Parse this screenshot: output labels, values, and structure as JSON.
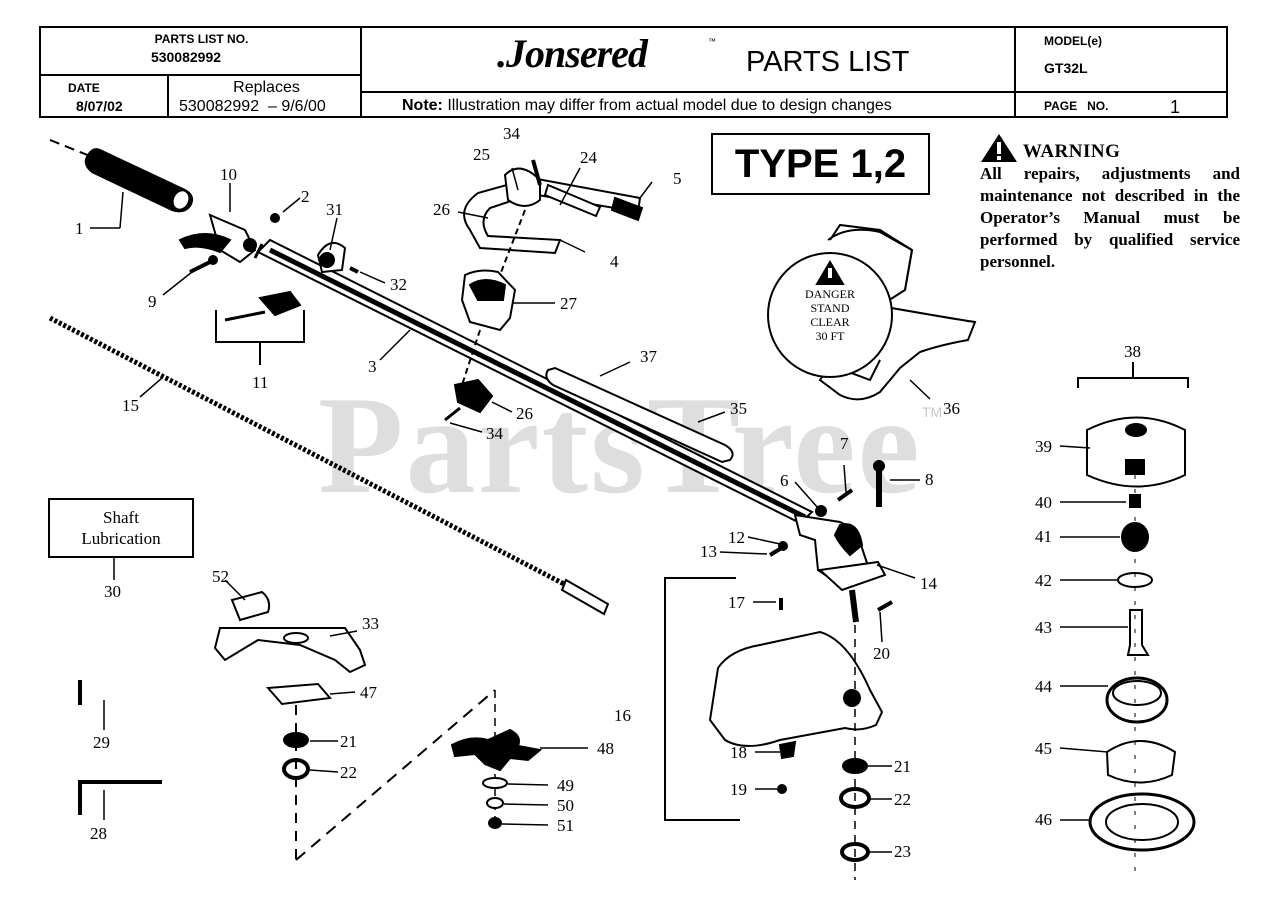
{
  "header": {
    "parts_list_no_label": "PARTS LIST NO.",
    "parts_list_no": "530082992",
    "date_label": "DATE",
    "date": "8/07/02",
    "replaces_label": "Replaces",
    "replaces": "530082992  – 9/6/00",
    "brand": ".Jonsered",
    "brand_tm": "™",
    "title": "PARTS LIST",
    "note_label": "Note:",
    "note": "Illustration may differ from actual model due to design changes",
    "model_label": "MODEL(e)",
    "model": "GT32L",
    "page_label": "PAGE   NO.",
    "page": "1"
  },
  "type_label": "TYPE 1,2",
  "warning": {
    "title": "WARNING",
    "text": "All repairs, adjustments and maintenance not described in the Operator’s Manual must be performed by qualified service personnel."
  },
  "shaft_box": {
    "line1": "Shaft",
    "line2": "Lubrication"
  },
  "danger_decal": {
    "line1": "DANGER",
    "line2": "STAND",
    "line3": "CLEAR",
    "line4": "30 FT"
  },
  "watermark": {
    "text": "PartsTree",
    "tm": "TM"
  },
  "part_numbers": [
    "1",
    "2",
    "3",
    "4",
    "5",
    "6",
    "7",
    "8",
    "9",
    "10",
    "11",
    "12",
    "13",
    "14",
    "15",
    "16",
    "17",
    "18",
    "19",
    "20",
    "21",
    "22",
    "23",
    "24",
    "25",
    "26",
    "27",
    "28",
    "29",
    "30",
    "31",
    "32",
    "33",
    "34",
    "35",
    "36",
    "37",
    "38",
    "39",
    "40",
    "41",
    "42",
    "43",
    "44",
    "45",
    "46",
    "47",
    "48",
    "49",
    "50",
    "51",
    "52"
  ],
  "extra_labels": {
    "n21b": "21",
    "n22b": "22",
    "n26b": "26",
    "n34b": "34"
  }
}
